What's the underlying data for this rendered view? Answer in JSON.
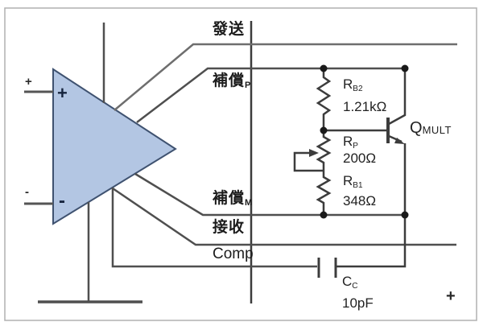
{
  "diagram": {
    "type": "circuit-schematic",
    "ports": {
      "transmit": "發送",
      "comp_p": {
        "main": "補償",
        "sub": "P"
      },
      "comp_m": {
        "main": "補償",
        "sub": "M"
      },
      "receive": "接收",
      "comp": "Comp"
    },
    "opamp": {
      "input_plus_outer": "+",
      "input_minus_outer": "-",
      "input_plus_inner": "+",
      "input_minus_inner": "-"
    },
    "components": {
      "rb2": {
        "name": "R",
        "sub": "B2",
        "value": "1.21kΩ"
      },
      "rp": {
        "name": "R",
        "sub": "P",
        "value": "200Ω"
      },
      "rb1": {
        "name": "R",
        "sub": "B1",
        "value": "348Ω"
      },
      "cc": {
        "name": "C",
        "sub": "C",
        "value": "10pF"
      },
      "qmult": {
        "name": "Q",
        "sub": "MULT"
      }
    },
    "bottom_right_sign": "+",
    "colors": {
      "wire": "#4f4f4f",
      "triangle_fill": "#b3c6e3",
      "triangle_stroke": "#3f5270",
      "frame": "#b0b0b0",
      "junction": "#1a1a1a"
    }
  }
}
